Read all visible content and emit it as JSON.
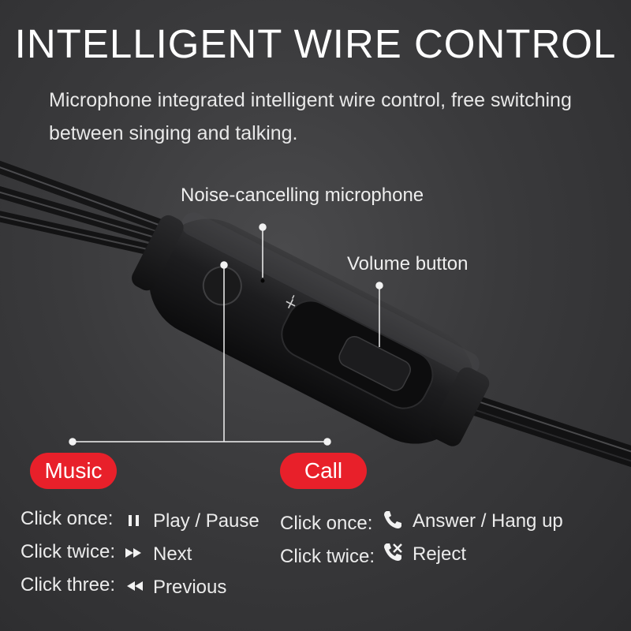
{
  "title": "INTELLIGENT WIRE CONTROL",
  "subtitle": "Microphone integrated intelligent wire control, free switching between singing and talking.",
  "callouts": {
    "microphone": "Noise-cancelling microphone",
    "volume": "Volume button"
  },
  "music": {
    "label": "Music",
    "rows": [
      {
        "trigger": "Click once:",
        "icon": "pause-icon",
        "action": "Play / Pause"
      },
      {
        "trigger": "Click twice:",
        "icon": "fast-forward-icon",
        "action": "Next"
      },
      {
        "trigger": "Click three:",
        "icon": "rewind-icon",
        "action": "Previous"
      }
    ]
  },
  "call": {
    "label": "Call",
    "rows": [
      {
        "trigger": "Click once:",
        "icon": "phone-icon",
        "action": "Answer / Hang up"
      },
      {
        "trigger": "Click twice:",
        "icon": "phone-reject-icon",
        "action": "Reject"
      }
    ]
  },
  "colors": {
    "accent": "#e8202a",
    "background": "#3a3a3c",
    "text": "#f2f2f2"
  }
}
